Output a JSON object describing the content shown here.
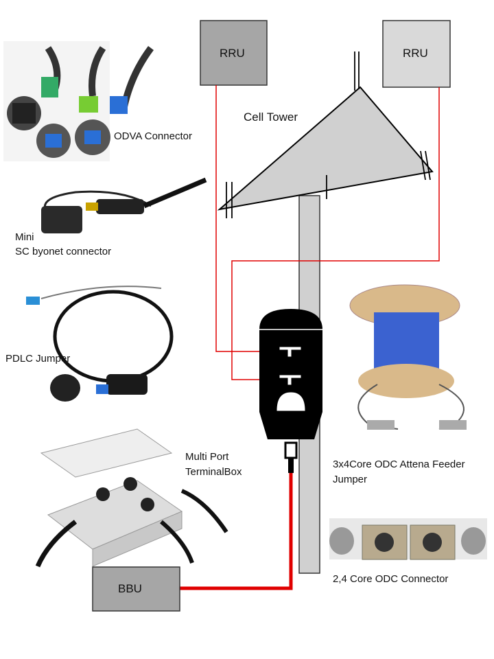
{
  "diagram": {
    "rru_left": "RRU",
    "rru_right": "RRU",
    "tower_label": "Cell Tower",
    "bbu": "BBU"
  },
  "products": {
    "odva": "ODVA Connector",
    "mini_line1": "Mini",
    "mini_line2": "SC  byonet connector",
    "pdlc": "PDLC Jumper",
    "terminal_line1": "Multi Port",
    "terminal_line2": "TerminalBox",
    "feeder_line1": "3x4Core ODC Attena Feeder",
    "feeder_line2": "Jumper",
    "odc": "2,4 Core ODC Connector"
  },
  "colors": {
    "fiber": "#e00000",
    "box_dark": "#a6a6a6",
    "box_light": "#d9d9d9",
    "tower": "#d0d0d0"
  }
}
